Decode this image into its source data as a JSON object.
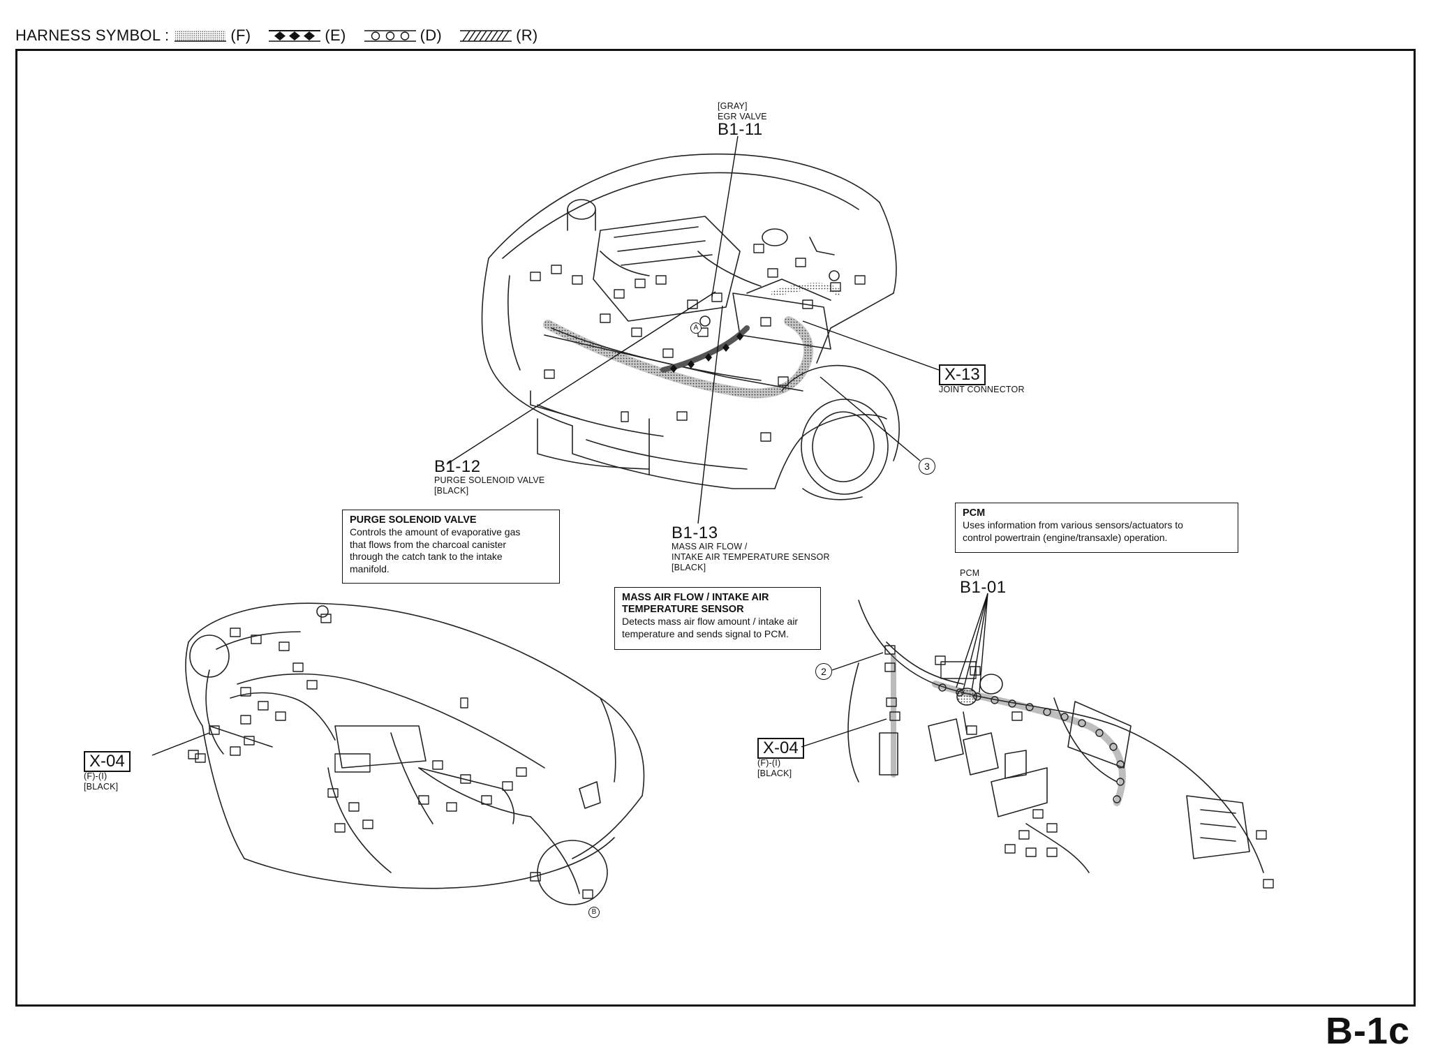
{
  "legend": {
    "title": "HARNESS SYMBOL :",
    "items": [
      {
        "code": "(F)",
        "pattern": "dotted-fill"
      },
      {
        "code": "(E)",
        "pattern": "diamonds"
      },
      {
        "code": "(D)",
        "pattern": "circles"
      },
      {
        "code": "(R)",
        "pattern": "hatched"
      }
    ]
  },
  "connectors": {
    "b1_11": {
      "color": "[GRAY]",
      "name": "EGR VALVE",
      "code": "B1-11"
    },
    "b1_12": {
      "code": "B1-12",
      "name": "PURGE SOLENOID VALVE",
      "color": "[BLACK]"
    },
    "b1_13": {
      "code": "B1-13",
      "name1": "MASS AIR FLOW /",
      "name2": "INTAKE AIR TEMPERATURE SENSOR",
      "color": "[BLACK]"
    },
    "x_13": {
      "code": "X-13",
      "name": "JOINT CONNECTOR"
    },
    "b1_01": {
      "name": "PCM",
      "code": "B1-01"
    },
    "x_04_left": {
      "code": "X-04",
      "harness": "(F)-(I)",
      "color": "[BLACK]"
    },
    "x_04_right": {
      "code": "X-04",
      "harness": "(F)-(I)",
      "color": "[BLACK]"
    }
  },
  "descriptions": {
    "purge": {
      "title": "PURGE SOLENOID VALVE",
      "lines": [
        "Controls the amount of evaporative gas",
        "that flows from the charcoal canister",
        "through the catch tank to the intake",
        "manifold."
      ]
    },
    "maf": {
      "title1": "MASS AIR FLOW / INTAKE AIR",
      "title2": "TEMPERATURE SENSOR",
      "lines": [
        "Detects mass air flow amount / intake air",
        "temperature and sends signal to PCM."
      ]
    },
    "pcm": {
      "title": "PCM",
      "lines": [
        "Uses information from various sensors/actuators to",
        "control powertrain (engine/transaxle) operation."
      ]
    }
  },
  "callouts": {
    "three": "3",
    "two": "2",
    "a": "A",
    "b": "B"
  },
  "page_number": "B-1c"
}
